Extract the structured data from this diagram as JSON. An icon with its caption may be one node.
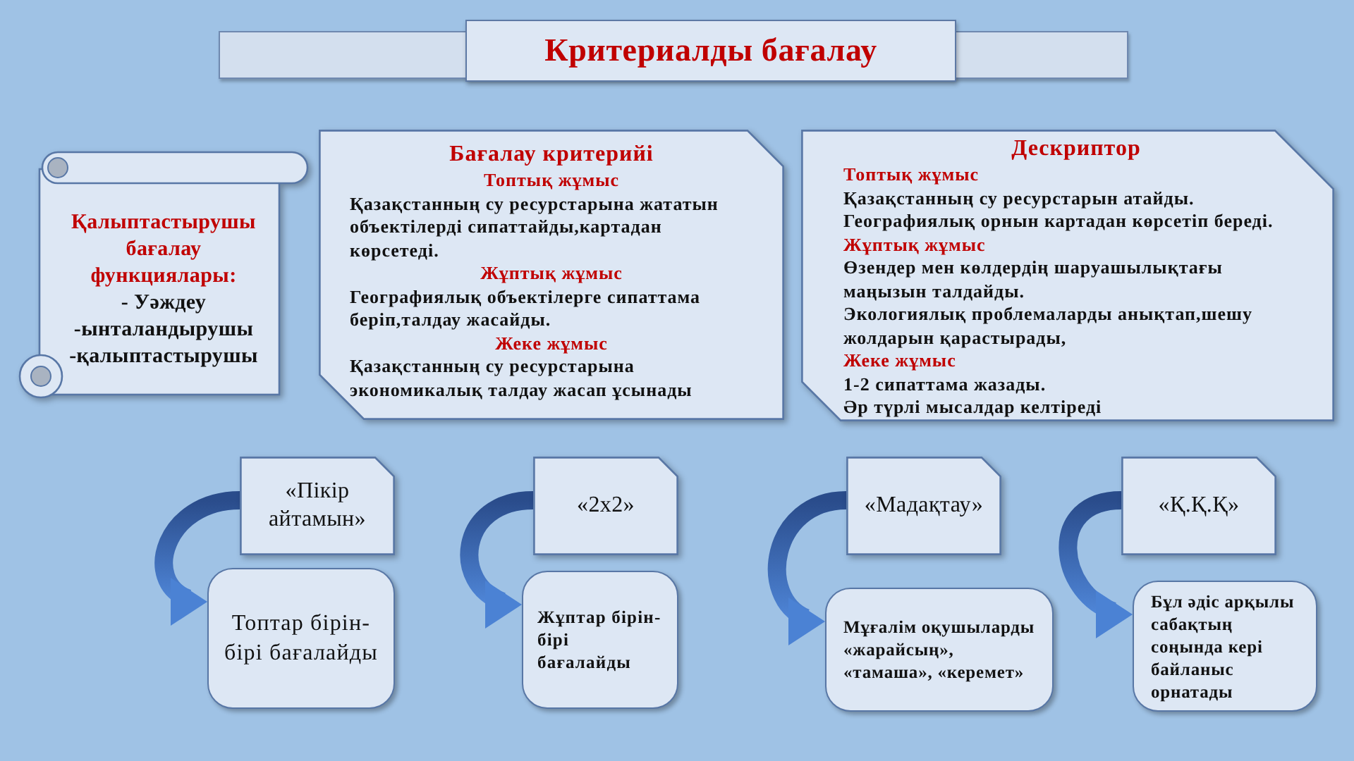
{
  "diagram": {
    "title": "Критериалды бағалау",
    "nodes": [
      {
        "text": [
          "Қалыптастырушы бағалау функциялары:",
          "- Уәждеу",
          "-ынталандырушы",
          "-қалыптастырушы"
        ]
      },
      {
        "text": [
          "Бағалау критерийі",
          "Топтық жұмыс",
          "Қазақстанның су ресурстарына жататын объектілерді сипаттайды,картадан көрсетеді.",
          "Жұптық жұмыс",
          "Географиялық объектілерге сипаттама беріп,талдау жасайды.",
          "Жеке жұмыс",
          "Қазақстанның су ресурстарына экономикалық талдау жасап ұсынады"
        ]
      },
      {
        "text": [
          "Дескриптор",
          "Топтық жұмыс",
          "Қазақстанның су ресурстарын атайды.",
          "Географиялық орнын картадан көрсетіп береді.",
          "Жұптық жұмыс",
          "Өзендер мен көлдердің шаруашылықтағы маңызын талдайды.",
          "Экологиялық проблемаларды анықтап,шешу жолдарын қарастырады,",
          "Жеке жұмыс",
          "1-2 сипаттама жазады.",
          "Әр түрлі мысалдар келтіреді"
        ]
      },
      {
        "text": [
          "«Пікір айтамын»"
        ]
      },
      {
        "text": [
          "Топтар бірін-бірі бағалайды"
        ]
      },
      {
        "text": [
          "«2х2»"
        ]
      },
      {
        "text": [
          "Жұптар бірін-бірі бағалайды"
        ]
      },
      {
        "text": [
          "«Мадақтау»"
        ]
      },
      {
        "text": [
          "Мұғалім оқушыларды «жарайсың», «тамаша», «керемет»"
        ]
      },
      {
        "text": [
          "«Қ.Қ.Қ»"
        ]
      },
      {
        "text": [
          "Бұл әдіс арқылы сабақтың соңында кері байланыс орнатады"
        ]
      }
    ],
    "edges": [
      {
        "from": 3,
        "to": 4,
        "arrow": "to",
        "style": "thick"
      },
      {
        "from": 5,
        "to": 6,
        "arrow": "to",
        "style": "thick"
      },
      {
        "from": 7,
        "to": 8,
        "arrow": "to",
        "style": "thick"
      },
      {
        "from": 9,
        "to": 10,
        "arrow": "to",
        "style": "thick"
      }
    ]
  }
}
